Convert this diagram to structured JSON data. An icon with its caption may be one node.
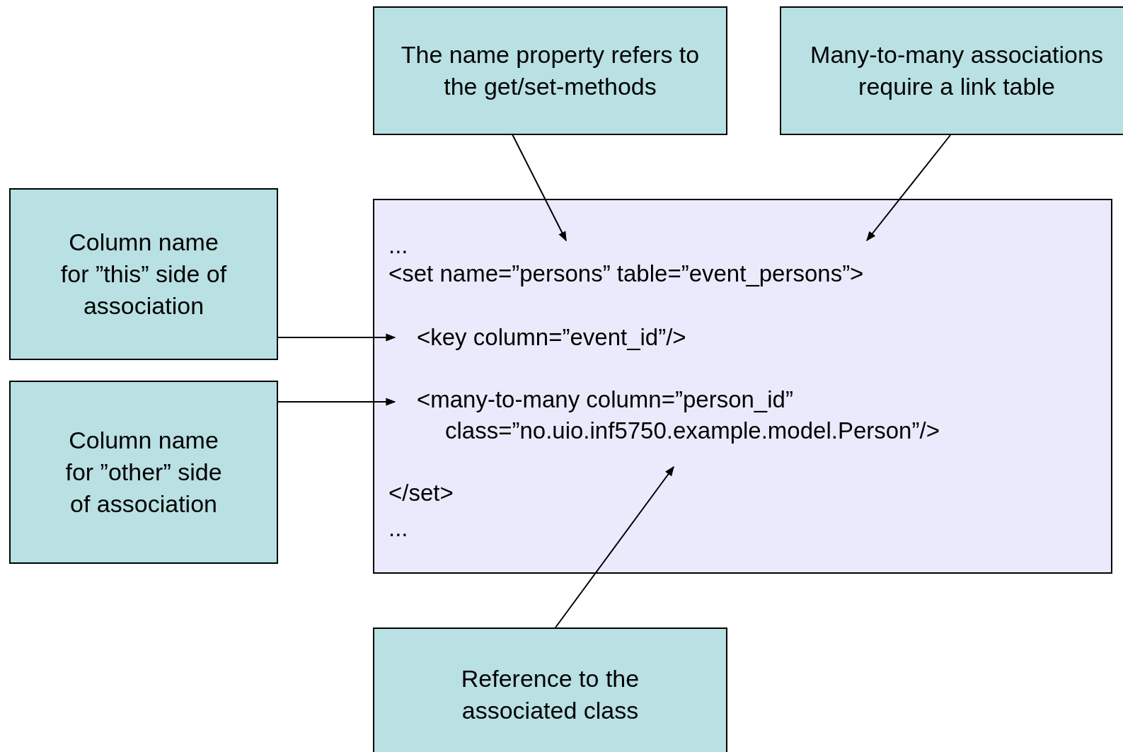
{
  "diagram": {
    "nodes": [
      {
        "text": [
          "The name property refers to the get/set-methods"
        ]
      },
      {
        "text": [
          "Many-to-many associations require a link table"
        ]
      },
      {
        "text": [
          "Column name for ”this” side of association"
        ]
      },
      {
        "text": [
          "...",
          "<set name=”persons” table=”event_persons”>",
          "<key column=”event_id”/>",
          "<many-to-many column=”person_id”",
          "class=”no.uio.inf5750.example.model.Person”/>",
          "</set>",
          "..."
        ]
      },
      {
        "text": [
          "Column name for ”other” side of association"
        ]
      },
      {
        "text": [
          "Reference to the associated class"
        ]
      }
    ],
    "edges": [
      {
        "from": 0,
        "to": 3,
        "arrow": "to"
      },
      {
        "from": 1,
        "to": 3,
        "arrow": "to"
      },
      {
        "from": 2,
        "to": 3,
        "arrow": "to"
      },
      {
        "from": 4,
        "to": 3,
        "arrow": "to"
      },
      {
        "from": 5,
        "to": 3,
        "arrow": "to"
      }
    ]
  }
}
